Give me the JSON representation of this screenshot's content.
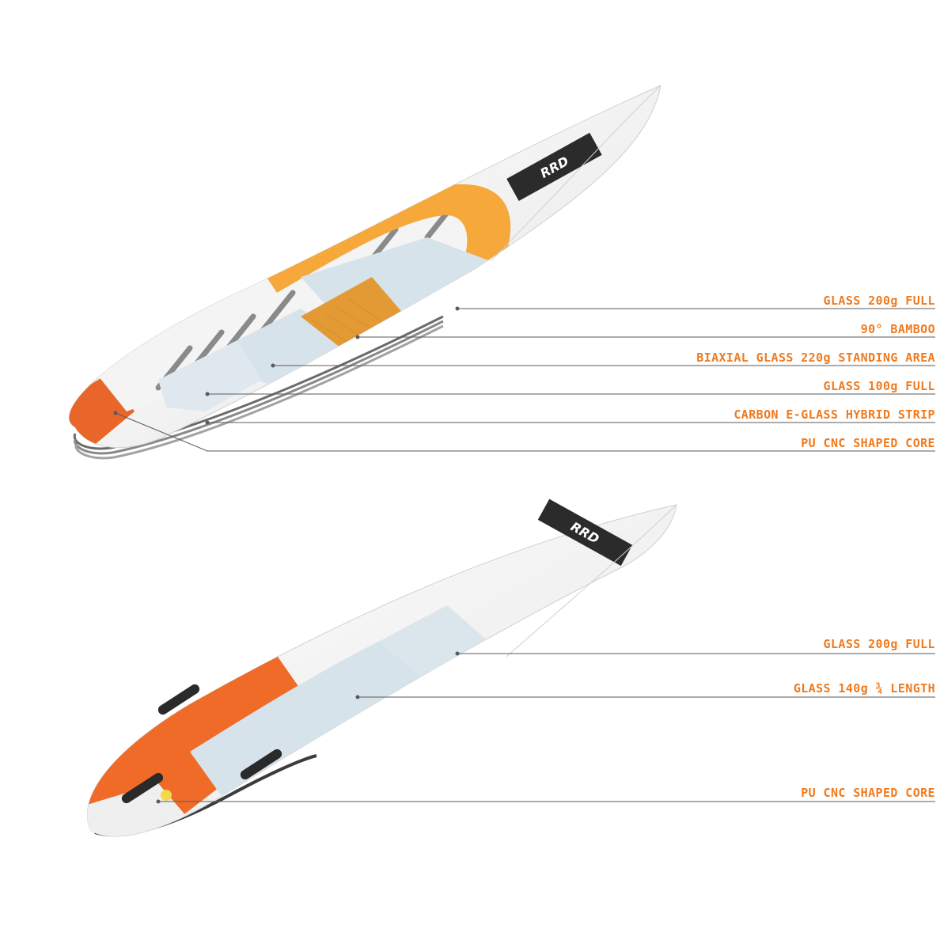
{
  "colors": {
    "accent": "#f07a1e",
    "leader": "#5a5a5a",
    "glass": "#d7e3ea",
    "bamboo": "#e39a35",
    "deck_orange": "#f6a83b",
    "board_white": "#f3f3f3"
  },
  "brand": {
    "logo": "RRD"
  },
  "top_board": {
    "labels": [
      "GLASS 200g FULL",
      "90° BAMBOO",
      "BIAXIAL GLASS 220g STANDING AREA",
      "GLASS 100g FULL",
      "CARBON E-GLASS HYBRID STRIP",
      "PU CNC SHAPED CORE"
    ]
  },
  "bottom_board": {
    "labels": [
      "GLASS 200g FULL",
      "GLASS 140g ¾ LENGTH",
      "PU CNC SHAPED CORE"
    ]
  }
}
